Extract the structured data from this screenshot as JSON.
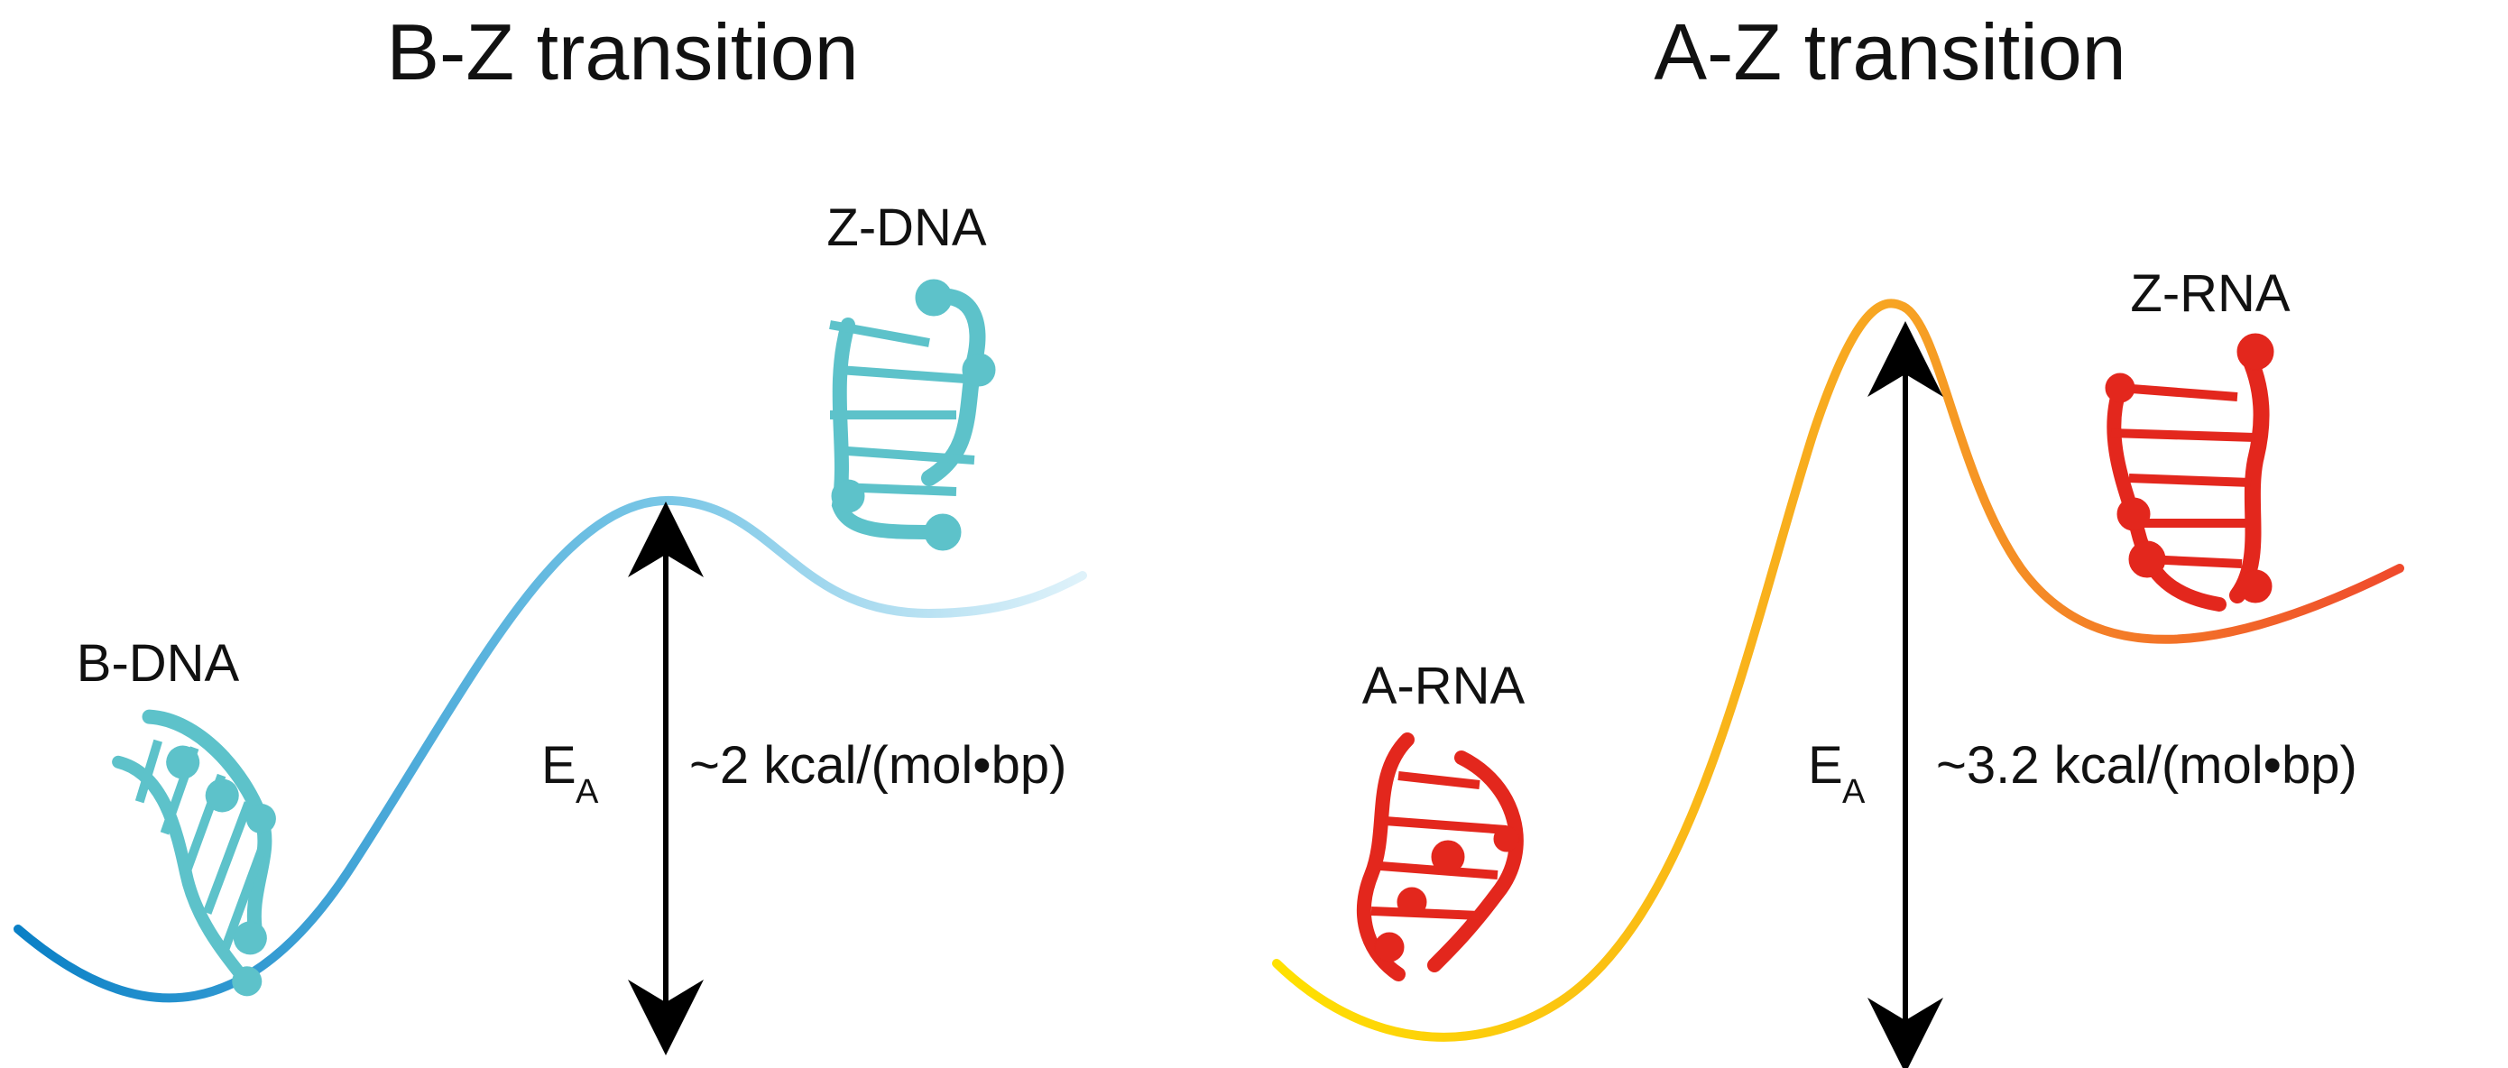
{
  "panels": [
    {
      "title": "B-Z transition",
      "start_label": "B-DNA",
      "end_label": "Z-DNA",
      "energy_symbol": "E",
      "energy_subscript": "A",
      "energy_value": "~2 kcal/(mol•bp)",
      "curve_colors": [
        "#0a80c6",
        "#78c6e6",
        "#dff2fa"
      ],
      "molecule_color": "#5dc2ca"
    },
    {
      "title": "A-Z transition",
      "start_label": "A-RNA",
      "end_label": "Z-RNA",
      "energy_symbol": "E",
      "energy_subscript": "A",
      "energy_value": "~3.2 kcal/(mol•bp)",
      "curve_colors": [
        "#ffe100",
        "#f7a423",
        "#ef4a2c"
      ],
      "molecule_color": "#e3271d"
    }
  ],
  "arrow_color": "#000000"
}
